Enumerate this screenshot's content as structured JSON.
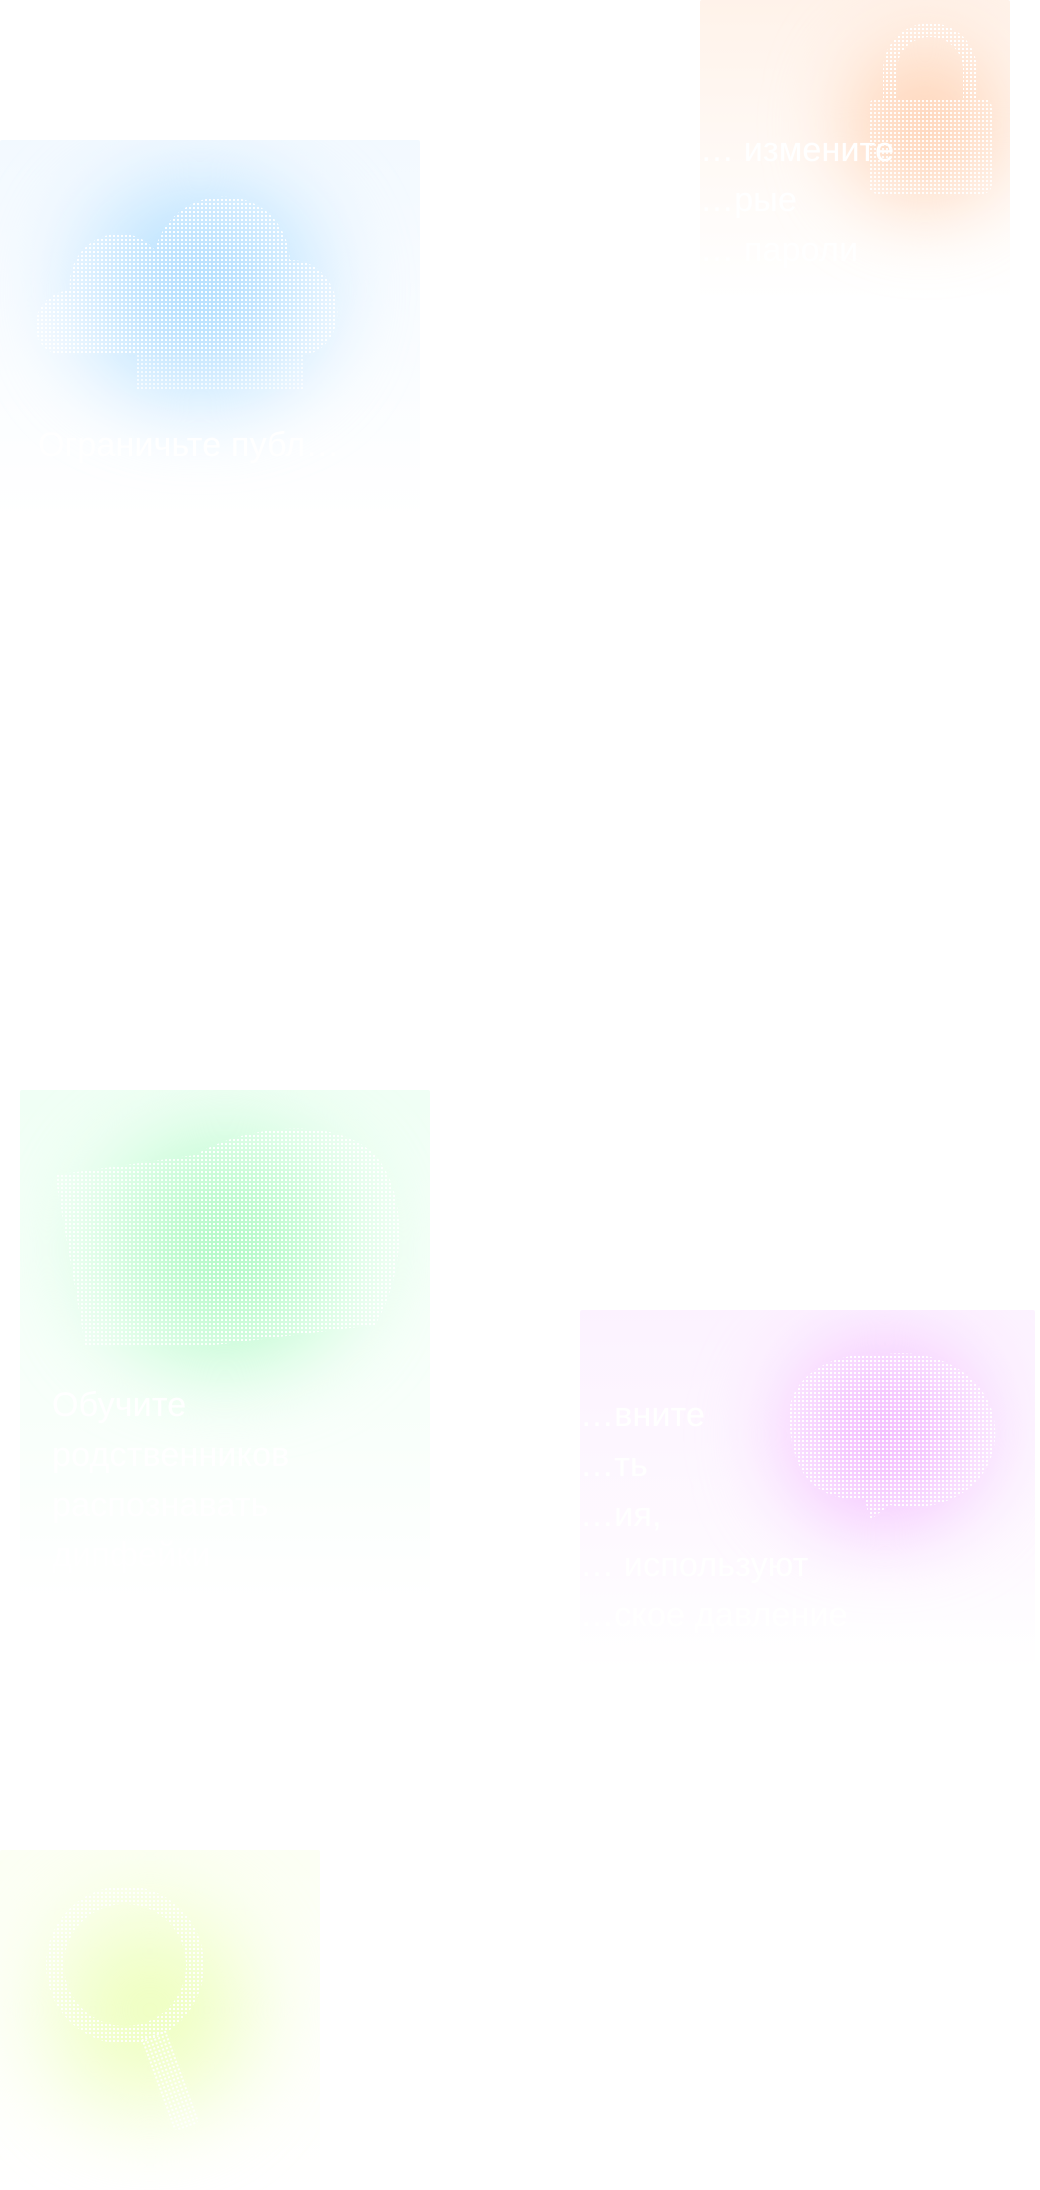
{
  "colors": {
    "background": "#ffffff",
    "text": "#ffffff",
    "orange_accent": "#ffc9a5",
    "blue_accent": "#a0d7ff",
    "green_accent": "#a0f8b9",
    "pink_accent": "#f0aaff",
    "lime_accent": "#e8ffaa"
  },
  "cards": [
    {
      "id": "orange",
      "icon": "padlock-icon",
      "title": "… измените\n…рые\n… пароли"
    },
    {
      "id": "blue",
      "icon": "cloud-icon",
      "title": "Ограничьте публ…"
    },
    {
      "id": "green",
      "icon": "family-icon",
      "title": "Обучите\nродственников\nраспознавать\nдипфейки"
    },
    {
      "id": "pink",
      "icon": "brain-icon",
      "title": "…вните\n…ть\n…ия,\n… используют\n…ское давление"
    },
    {
      "id": "lime",
      "icon": "magnifier-icon",
      "title": ""
    }
  ]
}
